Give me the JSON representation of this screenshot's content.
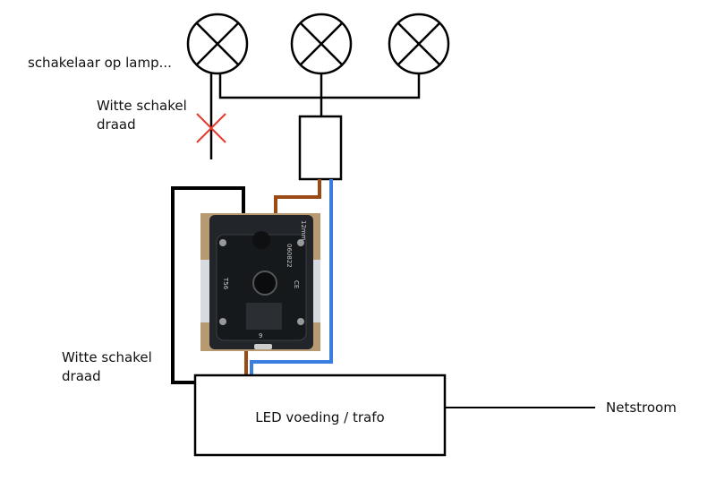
{
  "labels": {
    "switch_on_lamp": "schakelaar op lamp...",
    "white_switch_wire_top_line1": "Witte schakel",
    "white_switch_wire_top_line2": "draad",
    "white_switch_wire_bottom_line1": "Witte schakel",
    "white_switch_wire_bottom_line2": "draad",
    "led_driver": "LED voeding / trafo",
    "mains": "Netstroom"
  },
  "dimmer_photo": {
    "markings": [
      "12mm",
      "060822",
      "T56",
      "CE",
      "9"
    ]
  },
  "colors": {
    "wire_black": "#000000",
    "wire_brown": "#9a4a14",
    "wire_blue": "#3a7fe0",
    "cut_mark": "#e8392c"
  }
}
